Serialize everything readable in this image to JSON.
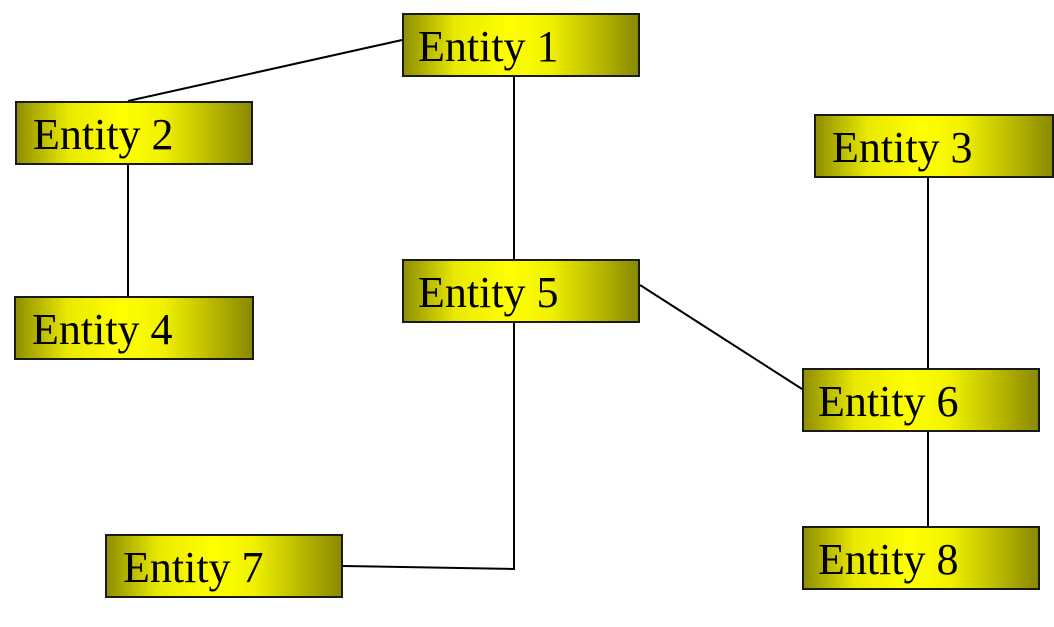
{
  "nodes": {
    "entity_1": "Entity 1",
    "entity_2": "Entity 2",
    "entity_3": "Entity 3",
    "entity_4": "Entity 4",
    "entity_5": "Entity 5",
    "entity_6": "Entity 6",
    "entity_7": "Entity 7",
    "entity_8": "Entity 8"
  },
  "edges": [
    {
      "from": "Entity 1",
      "to": "Entity 2"
    },
    {
      "from": "Entity 1",
      "to": "Entity 5"
    },
    {
      "from": "Entity 2",
      "to": "Entity 4"
    },
    {
      "from": "Entity 5",
      "to": "Entity 6"
    },
    {
      "from": "Entity 5",
      "to": "Entity 7"
    },
    {
      "from": "Entity 3",
      "to": "Entity 6"
    },
    {
      "from": "Entity 6",
      "to": "Entity 8"
    }
  ],
  "colors": {
    "node_fill": "#ffff00",
    "node_shade": "#8a8a00",
    "node_border": "#1a1a1a",
    "edge": "#000000",
    "background": "#ffffff"
  }
}
